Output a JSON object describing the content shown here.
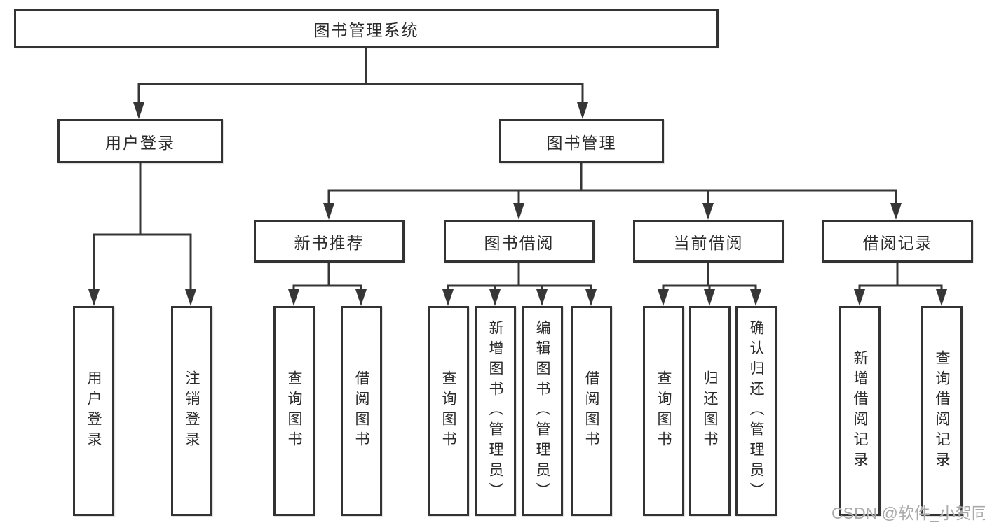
{
  "tree": {
    "root": {
      "label": "图书管理系统"
    },
    "branches": [
      {
        "label": "用户登录",
        "children": [
          {
            "label": "用户登录"
          },
          {
            "label": "注销登录"
          }
        ]
      },
      {
        "label": "图书管理",
        "children": [
          {
            "label": "新书推荐",
            "children": [
              {
                "label": "查询图书"
              },
              {
                "label": "借阅图书"
              }
            ]
          },
          {
            "label": "图书借阅",
            "children": [
              {
                "label": "查询图书"
              },
              {
                "label": "新增图书（管理员）"
              },
              {
                "label": "编辑图书（管理员）"
              },
              {
                "label": "借阅图书"
              }
            ]
          },
          {
            "label": "当前借阅",
            "children": [
              {
                "label": "查询图书"
              },
              {
                "label": "归还图书"
              },
              {
                "label": "确认归还（管理员）"
              }
            ]
          },
          {
            "label": "借阅记录",
            "children": [
              {
                "label": "新增借阅记录"
              },
              {
                "label": "查询借阅记录"
              }
            ]
          }
        ]
      }
    ]
  },
  "watermark": {
    "text": "CSDN @软件_小贺同学"
  },
  "colors": {
    "line": "#363636",
    "box_border": "#333333",
    "text": "#2b2b2b",
    "watermark": "#a9a9a9",
    "background": "#ffffff"
  }
}
